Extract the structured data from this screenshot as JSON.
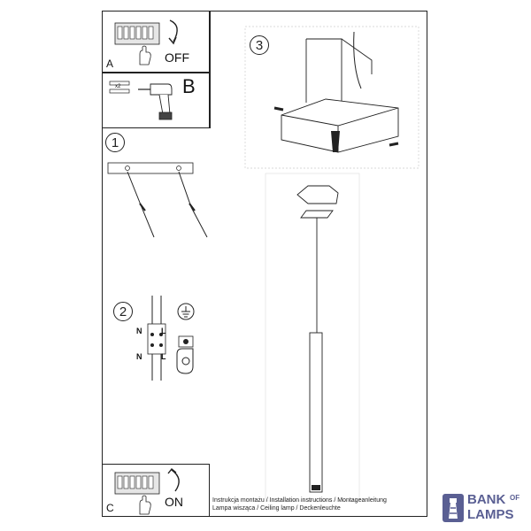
{
  "panel_a": {
    "letter": "A",
    "state": "OFF"
  },
  "panel_b": {
    "letter": "B",
    "count": "x2"
  },
  "panel_c": {
    "letter": "C",
    "state": "ON"
  },
  "steps": {
    "one": "1",
    "two": "2",
    "three": "3"
  },
  "wiring": {
    "n_top": "N",
    "l_top": "L",
    "n_bottom": "N",
    "l_bottom": "L"
  },
  "caption": {
    "line1": "Instrukcja montażu / Installation instructions / Montageanleitung",
    "line2": "Lampa wisząca / Ceiling lamp / Deckenleuchte"
  },
  "logo": {
    "bank": "BANK",
    "of": "OF",
    "lamps": "LAMPS"
  },
  "colors": {
    "line": "#222222",
    "logo": "#5a5f93",
    "panel_gray": "#e6e6e6",
    "dashed": "#cccccc"
  },
  "icons": [
    "breaker-icon",
    "hand-icon",
    "arrow-icon",
    "drill-icon",
    "screw-icon",
    "ground-icon"
  ]
}
